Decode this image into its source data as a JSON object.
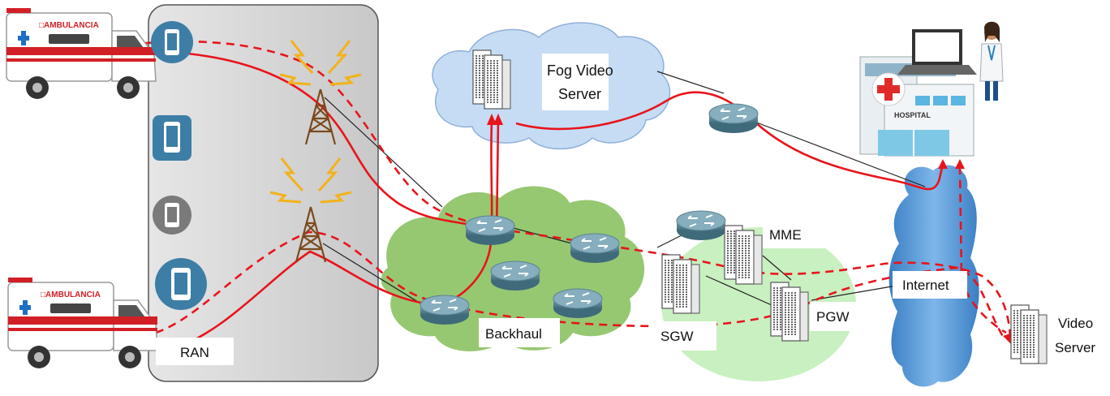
{
  "labels": {
    "ambulance_text": "□AMBULANCIA",
    "ran": "RAN",
    "fog_server_line1": "Fog Video",
    "fog_server_line2": "Server",
    "backhaul": "Backhaul",
    "mme": "MME",
    "sgw": "SGW",
    "pgw": "PGW",
    "internet": "Internet",
    "video_server_line1": "Video",
    "video_server_line2": "Server",
    "hospital": "HOSPITAL"
  },
  "colors": {
    "path_red": "#e8141b",
    "ran_area": "#d4d4d4",
    "backhaul_cloud": "#96c872",
    "core_cloud": "#c9f0c0",
    "fog_cloud": "#c6dcf5",
    "internet_cloud": "#5b9bd5",
    "router": "#5f8a9a",
    "phone_bg": "#3d7ea6"
  },
  "icons": [
    "ambulance-icon",
    "phone-icon",
    "cell-tower-icon",
    "router-icon",
    "server-icon",
    "hospital-icon",
    "laptop-icon",
    "doctor-icon"
  ]
}
